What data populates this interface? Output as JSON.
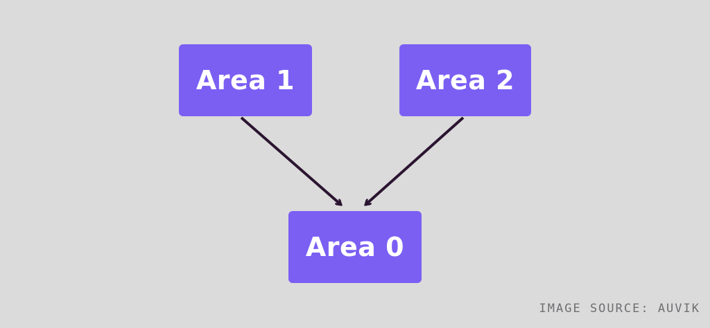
{
  "diagram": {
    "nodes": {
      "area1": "Area 1",
      "area2": "Area 2",
      "area0": "Area 0"
    },
    "edges": [
      {
        "from": "Area 1",
        "to": "Area 0"
      },
      {
        "from": "Area 2",
        "to": "Area 0"
      }
    ],
    "colors": {
      "background": "#dcdbdc",
      "node_fill": "#7b5ff3",
      "node_text": "#ffffff",
      "arrow": "#2b1530",
      "caption": "#6f6e70"
    }
  },
  "caption": "IMAGE SOURCE: AUVIK"
}
